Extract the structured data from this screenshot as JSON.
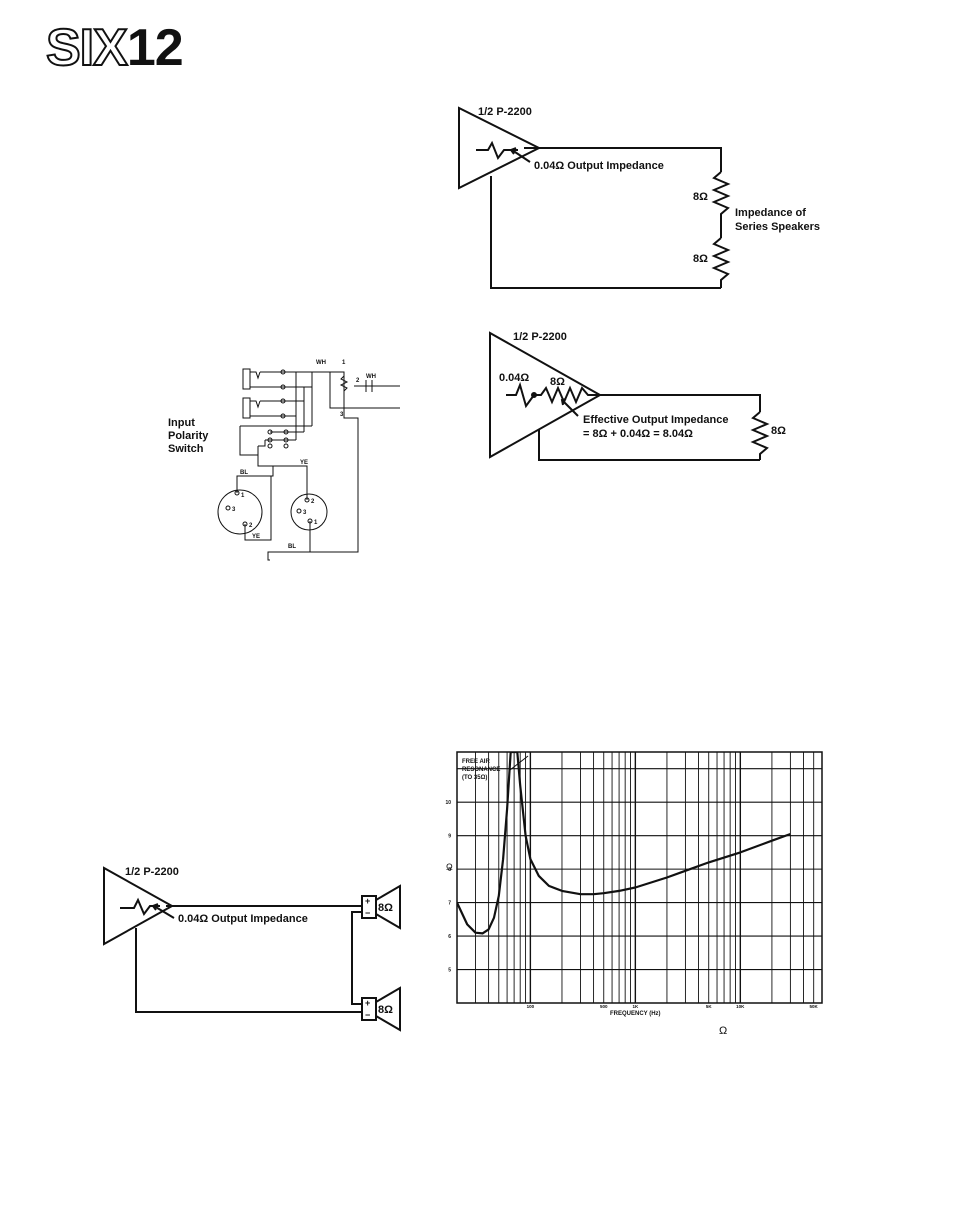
{
  "logo": {
    "outline_part": "SIX",
    "solid_part": "12"
  },
  "diagram_series": {
    "amp_label": "1/2 P-2200",
    "output_impedance": "0.04Ω Output Impedance",
    "r1": "8Ω",
    "r2": "8Ω",
    "load_label_line1": "Impedance of",
    "load_label_line2": "Series Speakers"
  },
  "diagram_effective": {
    "amp_label": "1/2 P-2200",
    "src_r": "0.04Ω",
    "series_r": "8Ω",
    "eff_line1": "Effective Output Impedance",
    "eff_line2": "= 8Ω + 0.04Ω = 8.04Ω",
    "load_r": "8Ω"
  },
  "diagram_polarity": {
    "title_line1": "Input",
    "title_line2": "Polarity",
    "title_line3": "Switch",
    "wh_top": "WH",
    "wh_right": "WH",
    "pin1": "1",
    "pin2": "2",
    "pin3": "3",
    "ye_top": "YE",
    "ye_bottom": "YE",
    "bl_top": "BL",
    "bl_bottom": "BL",
    "xlr_left_p1": "1",
    "xlr_left_p2": "2",
    "xlr_left_p3": "3",
    "xlr_right_p1": "1",
    "xlr_right_p2": "2",
    "xlr_right_p3": "3"
  },
  "diagram_speakers": {
    "amp_label": "1/2 P-2200",
    "output_impedance": "0.04Ω Output Impedance",
    "spk1": "8Ω",
    "spk2": "8Ω",
    "plus": "+",
    "minus": "−"
  },
  "chart_data": {
    "type": "line",
    "title": "",
    "xlabel": "FREQUENCY (Hz)",
    "ylabel": "Ω",
    "x_scale": "log",
    "xlim": [
      20,
      60000
    ],
    "ylim": [
      4,
      11.5
    ],
    "x_tick_labels": [
      {
        "x": 100,
        "label": "100"
      },
      {
        "x": 500,
        "label": "500"
      },
      {
        "x": 1000,
        "label": "1K"
      },
      {
        "x": 5000,
        "label": "5K"
      },
      {
        "x": 10000,
        "label": "10K"
      },
      {
        "x": 50000,
        "label": "50K"
      }
    ],
    "y_tick_labels": [
      "5",
      "6",
      "7",
      "8",
      "9",
      "10"
    ],
    "y_ticks": [
      5,
      6,
      7,
      8,
      9,
      10
    ],
    "grid": true,
    "annotation_line1": "FREE AIR",
    "annotation_line2": "RESONANCE",
    "annotation_line3": "(TO 35Ω)",
    "caption_symbol": "Ω",
    "series": [
      {
        "x": [
          20,
          25,
          30,
          35,
          40,
          45,
          50,
          55,
          60,
          65,
          70,
          75,
          80,
          90,
          100,
          120,
          150,
          200,
          300,
          400,
          500,
          700,
          1000,
          2000,
          3000,
          5000,
          10000,
          20000,
          30000
        ],
        "y": [
          7.0,
          6.35,
          6.1,
          6.08,
          6.2,
          6.55,
          7.2,
          8.3,
          9.8,
          11.5,
          11.5,
          11.5,
          10.5,
          9.0,
          8.3,
          7.8,
          7.5,
          7.35,
          7.25,
          7.25,
          7.28,
          7.35,
          7.45,
          7.75,
          7.95,
          8.2,
          8.5,
          8.85,
          9.05
        ]
      }
    ]
  }
}
